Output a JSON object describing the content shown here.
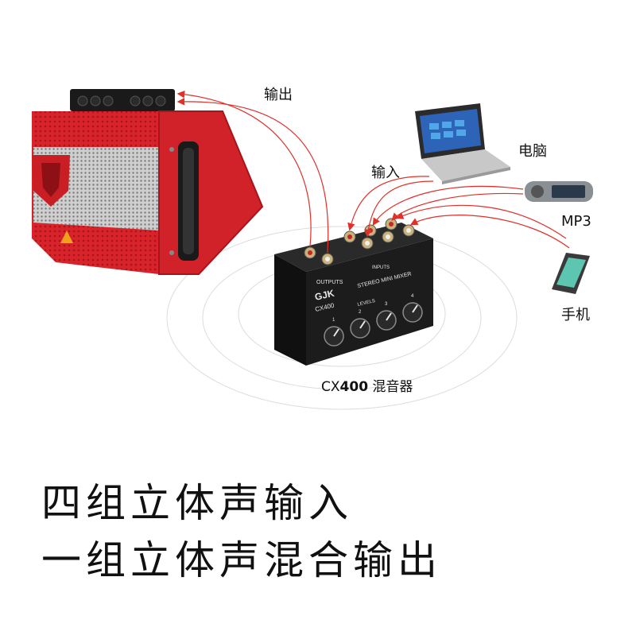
{
  "labels": {
    "output": "输出",
    "input": "输入",
    "computer": "电脑",
    "mp3": "MP3",
    "phone": "手机"
  },
  "mixer": {
    "caption_model": "CX",
    "caption_number": "400",
    "caption_suffix": " 混音器",
    "brand": "GJK",
    "model": "CX400",
    "panel_title": "STEREO MINI MIXER",
    "outputs_label": "OUTPUTS",
    "inputs_label": "INPUTS",
    "levels_label": "LEVELS",
    "channels": [
      "1",
      "2",
      "3",
      "4"
    ]
  },
  "headline": {
    "line1": "四组立体声输入",
    "line2": "一组立体声混合输出"
  },
  "colors": {
    "arrow": "#e0302a",
    "speaker_red": "#d8232a",
    "mixer_body": "#1c1c1c"
  }
}
